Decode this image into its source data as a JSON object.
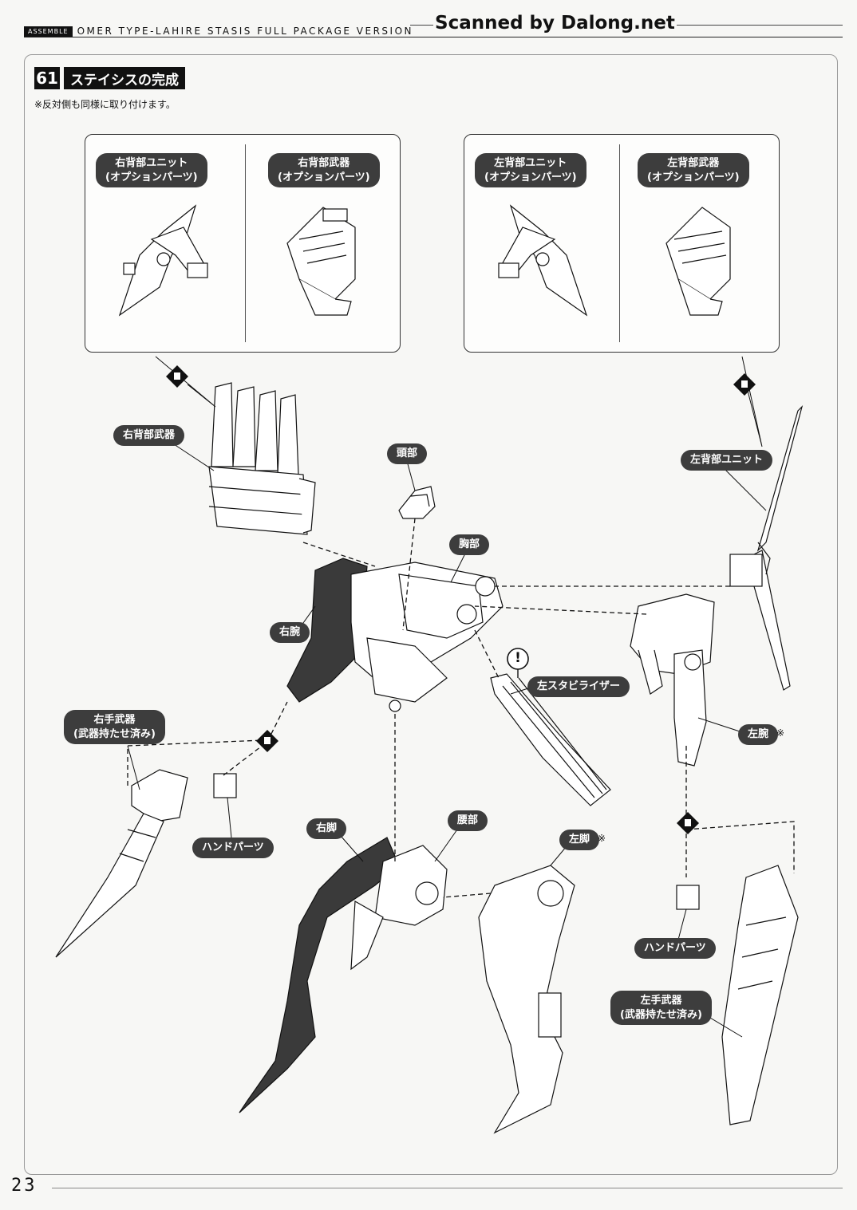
{
  "header": {
    "tag": "ASSEMBLE",
    "title": "OMER TYPE-LAHIRE STASIS FULL PACKAGE VERSION"
  },
  "watermark": "Scanned by Dalong.net",
  "step": {
    "number": "61",
    "title": "ステイシスの完成",
    "note": "※反対側も同様に取り付けます。"
  },
  "option_boxes": {
    "right": {
      "unit_label_1": "右背部ユニット",
      "unit_label_2": "(オプションパーツ)",
      "weapon_label_1": "右背部武器",
      "weapon_label_2": "(オプションパーツ)"
    },
    "left": {
      "unit_label_1": "左背部ユニット",
      "unit_label_2": "(オプションパーツ)",
      "weapon_label_1": "左背部武器",
      "weapon_label_2": "(オプションパーツ)"
    }
  },
  "parts": {
    "right_back_weapon": "右背部武器",
    "head": "頭部",
    "chest": "胸部",
    "left_back_unit": "左背部ユニット",
    "right_arm": "右腕",
    "left_stabilizer": "左スタビライザー",
    "left_arm": "左腕",
    "left_arm_mark": "※",
    "right_hand_weapon_1": "右手武器",
    "right_hand_weapon_2": "(武器持たせ済み)",
    "hand_parts_right": "ハンドパーツ",
    "right_leg": "右脚",
    "waist": "腰部",
    "left_leg": "左脚",
    "left_leg_mark": "※",
    "hand_parts_left": "ハンドパーツ",
    "left_hand_weapon_1": "左手武器",
    "left_hand_weapon_2": "(武器持たせ済み)",
    "caution_mark": "!"
  },
  "icons": [
    "connection-diamond-icon",
    "caution-icon"
  ],
  "colors": {
    "pill_bg": "#3d3d3d",
    "ink": "#111111",
    "dark_part": "#3a3a3a"
  },
  "page_number": "23"
}
